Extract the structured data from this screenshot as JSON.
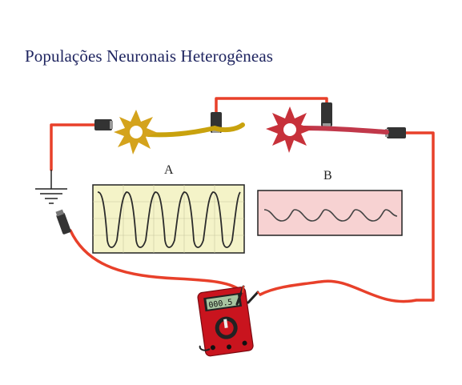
{
  "title": "Populações Neuronais Heterogêneas",
  "panels": {
    "a_label": "A",
    "b_label": "B"
  },
  "multimeter": {
    "display": "000.5"
  },
  "colors": {
    "wire": "#e8402a",
    "neuron_a": "#d4a31c",
    "neuron_b": "#c7313a",
    "axon_a": "#c9a20d",
    "axon_b": "#c1384a",
    "panel_a_bg": "#f4f3c8",
    "panel_b_bg": "#f7d2d2",
    "meter_body": "#c9141e",
    "title": "#1f2560"
  }
}
